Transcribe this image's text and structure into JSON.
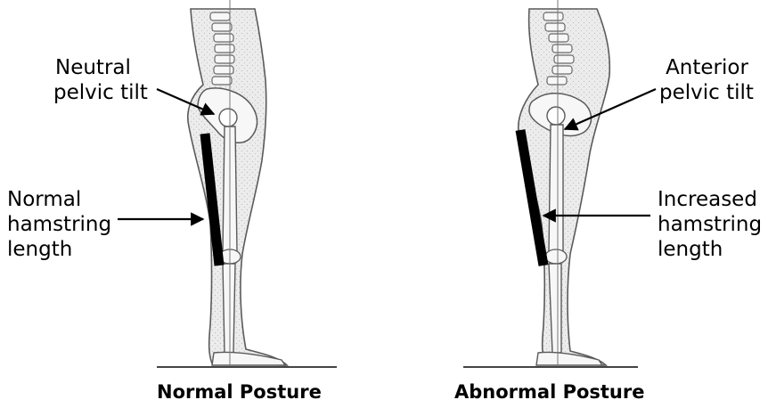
{
  "left_figure": {
    "label_tilt": [
      "Neutral",
      "pelvic tilt"
    ],
    "label_hamstring": [
      "Normal",
      "hamstring",
      "length"
    ],
    "caption": "Normal Posture"
  },
  "right_figure": {
    "label_tilt": [
      "Anterior",
      "pelvic tilt"
    ],
    "label_hamstring": [
      "Increased",
      "hamstring",
      "length"
    ],
    "caption": "Abnormal Posture"
  },
  "colors": {
    "outline": "#5a5a5a",
    "body_fill": "#ededed",
    "bone_fill": "#f7f7f7",
    "hamstring_bar": "#000000",
    "floor": "#444444"
  }
}
